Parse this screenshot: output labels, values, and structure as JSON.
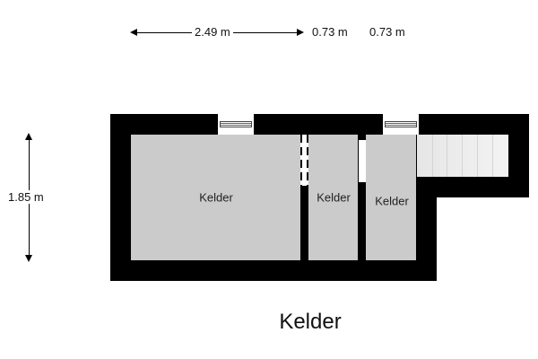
{
  "dimensions": {
    "width_main": "2.49 m",
    "width_room2": "0.73 m",
    "width_room3": "0.73 m",
    "height": "1.85 m"
  },
  "rooms": [
    {
      "label": "Kelder"
    },
    {
      "label": "Kelder"
    },
    {
      "label": "Kelder"
    }
  ],
  "floor_title": "Kelder"
}
